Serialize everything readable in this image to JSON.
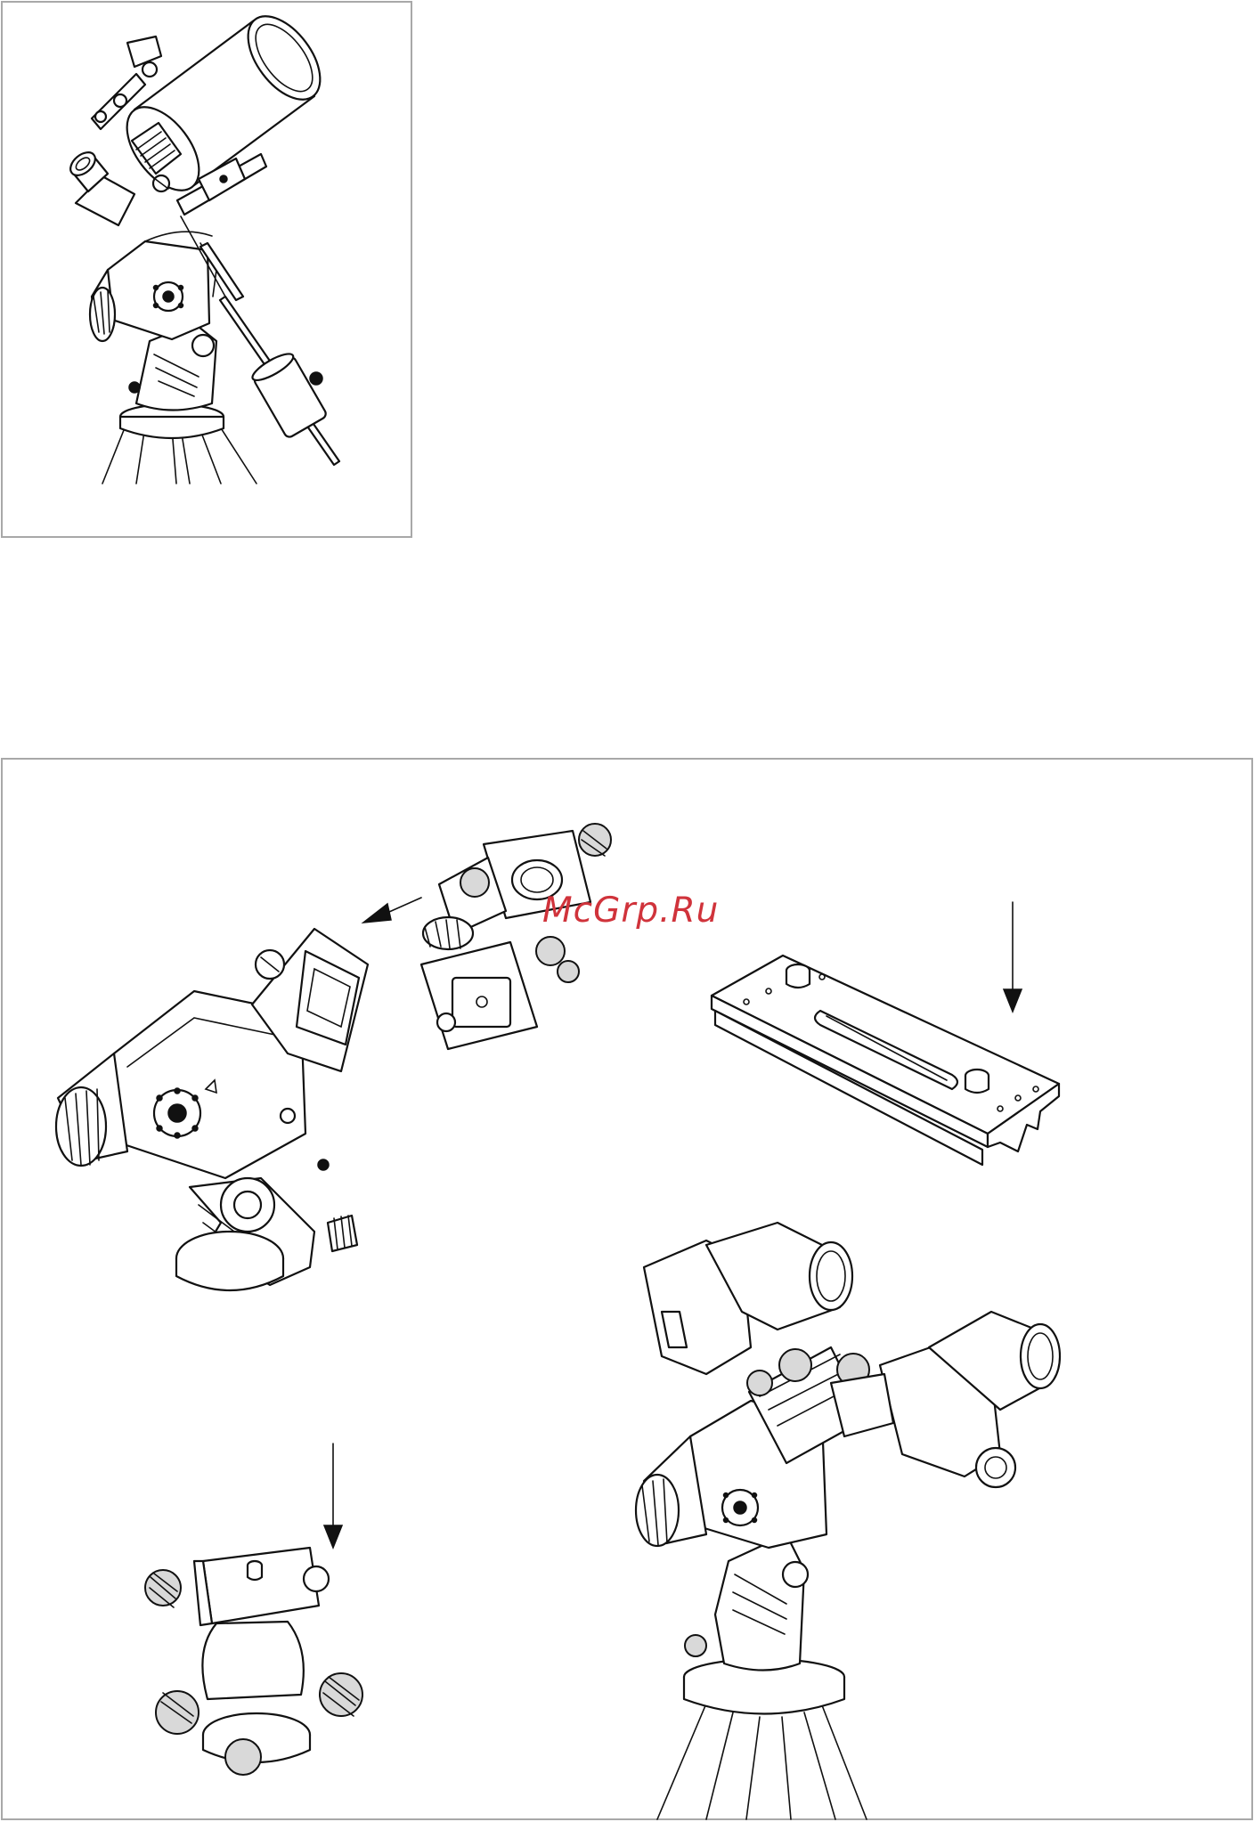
{
  "watermark": {
    "text": "McGrp.Ru",
    "color": "#d0333b"
  },
  "panels": {
    "top": {
      "figure": "telescope-on-mount"
    },
    "bottom": {
      "figures": [
        "mount-head-with-plate",
        "dual-ring-adapter",
        "dovetail-bar",
        "ball-head",
        "dual-scope-assembly"
      ]
    }
  },
  "colors": {
    "line": "#111111",
    "frame": "#a8a8a8",
    "accent": "#d0333b"
  }
}
